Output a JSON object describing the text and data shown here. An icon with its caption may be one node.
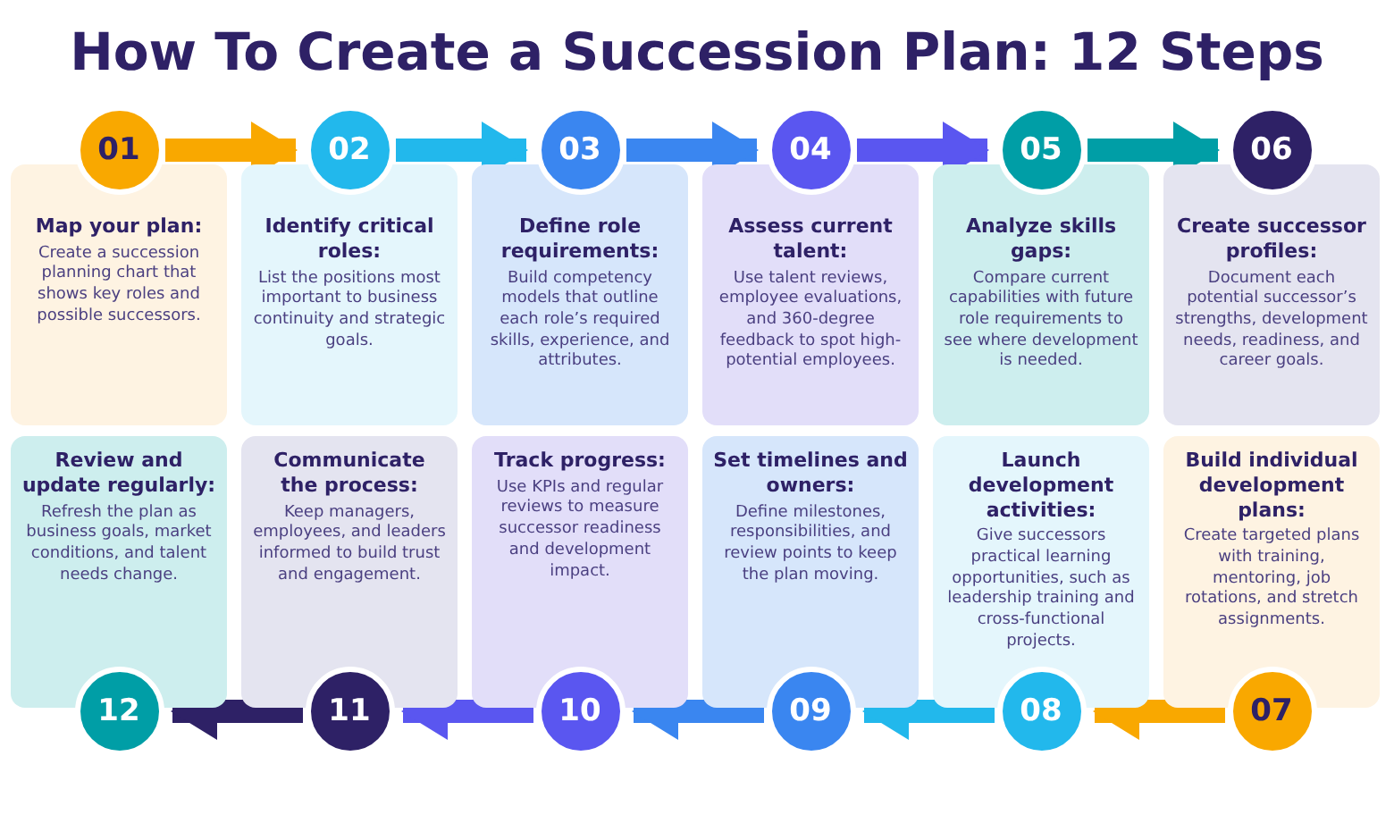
{
  "diagram": {
    "title": "How To Create a Succession Plan: 12 Steps",
    "nodes": [
      {
        "text": [
          "01"
        ]
      },
      {
        "text": [
          "Map your plan:",
          "Create a succession planning chart that shows key roles and possible successors."
        ]
      },
      {
        "text": [
          "02"
        ]
      },
      {
        "text": [
          "Identify critical roles:",
          "List the positions most important to business continuity and strategic goals."
        ]
      },
      {
        "text": [
          "03"
        ]
      },
      {
        "text": [
          "Define role requirements:",
          "Build competency models that outline each role’s required skills, experience, and attributes."
        ]
      },
      {
        "text": [
          "04"
        ]
      },
      {
        "text": [
          "Assess current talent:",
          "Use talent reviews, employee evaluations, and 360-degree feedback to spot high-potential employees."
        ]
      },
      {
        "text": [
          "05"
        ]
      },
      {
        "text": [
          "Analyze skills gaps:",
          "Compare current capabilities with future role requirements to see where development is needed."
        ]
      },
      {
        "text": [
          "06"
        ]
      },
      {
        "text": [
          "Create successor profiles:",
          "Document each potential successor’s strengths, development needs, readiness, and career goals."
        ]
      },
      {
        "text": [
          "07"
        ]
      },
      {
        "text": [
          "Build individual development plans:",
          "Create targeted plans with training, mentoring, job rotations, and stretch assignments."
        ]
      },
      {
        "text": [
          "08"
        ]
      },
      {
        "text": [
          "Launch development activities:",
          "Give successors practical learning opportunities, such as leadership training and cross-functional projects."
        ]
      },
      {
        "text": [
          "09"
        ]
      },
      {
        "text": [
          "Set timelines and owners:",
          "Define milestones, responsibilities, and review points to keep the plan moving."
        ]
      },
      {
        "text": [
          "10"
        ]
      },
      {
        "text": [
          "Track progress:",
          "Use KPIs and regular reviews to measure successor readiness and development impact."
        ]
      },
      {
        "text": [
          "11"
        ]
      },
      {
        "text": [
          "Communicate the process:",
          "Keep managers, employees, and leaders informed to build trust and engagement."
        ]
      },
      {
        "text": [
          "12"
        ]
      },
      {
        "text": [
          "Review and update regularly:",
          "Refresh the plan as business goals, market conditions, and talent needs change."
        ]
      }
    ],
    "edges": [
      {
        "from": 0,
        "to": 2,
        "arrow": "to",
        "color": "#f9a800"
      },
      {
        "from": 2,
        "to": 4,
        "arrow": "to",
        "color": "#22b8ec"
      },
      {
        "from": 4,
        "to": 6,
        "arrow": "to",
        "color": "#3a86f0"
      },
      {
        "from": 6,
        "to": 8,
        "arrow": "to",
        "color": "#5a56f0"
      },
      {
        "from": 8,
        "to": 10,
        "arrow": "to",
        "color": "#009ea6"
      },
      {
        "from": 12,
        "to": 14,
        "arrow": "to",
        "color": "#f9a800"
      },
      {
        "from": 14,
        "to": 16,
        "arrow": "to",
        "color": "#22b8ec"
      },
      {
        "from": 16,
        "to": 18,
        "arrow": "to",
        "color": "#3a86f0"
      },
      {
        "from": 18,
        "to": 20,
        "arrow": "to",
        "color": "#5a56f0"
      },
      {
        "from": 20,
        "to": 22,
        "arrow": "to",
        "color": "#2e2166"
      }
    ]
  }
}
